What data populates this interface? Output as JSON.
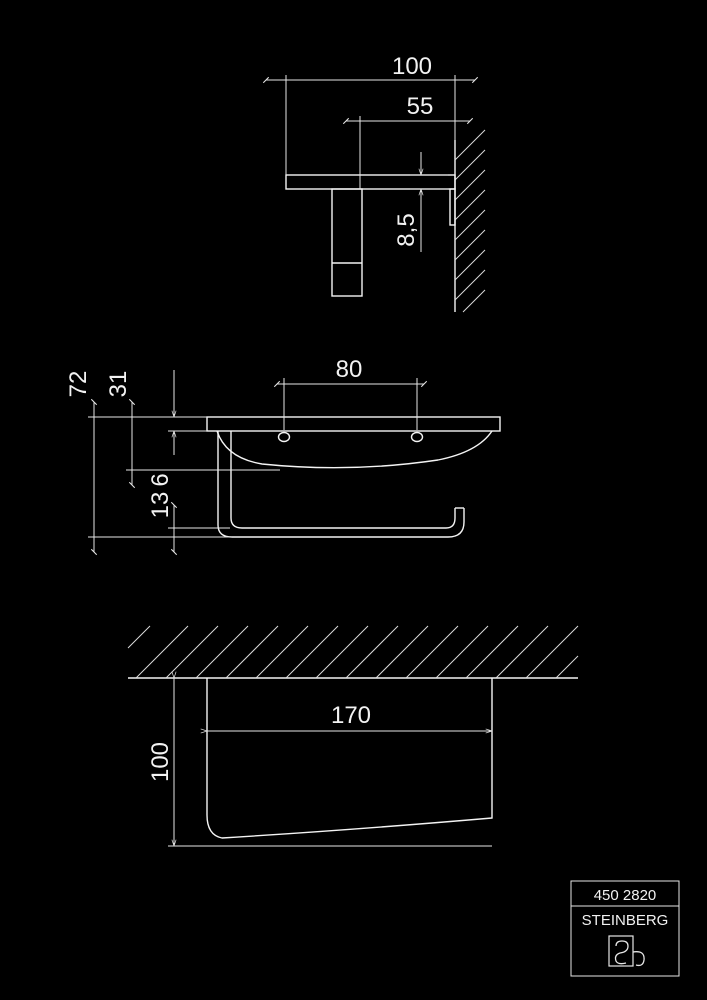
{
  "colors": {
    "background": "#000000",
    "lines": "#f2f2f2"
  },
  "side_view": {
    "width_overall": "100",
    "width_rod": "55",
    "plate_thickness": "8,5"
  },
  "front_view": {
    "hole_spacing": "80",
    "height_total": "72",
    "height_plate": "31",
    "height_rod_a": "6",
    "height_rod_b": "13"
  },
  "top_view": {
    "width": "170",
    "depth": "100"
  },
  "title_block": {
    "article_number": "450 2820",
    "brand": "STEINBERG",
    "logo_icon": "steinberg-logo-icon"
  }
}
